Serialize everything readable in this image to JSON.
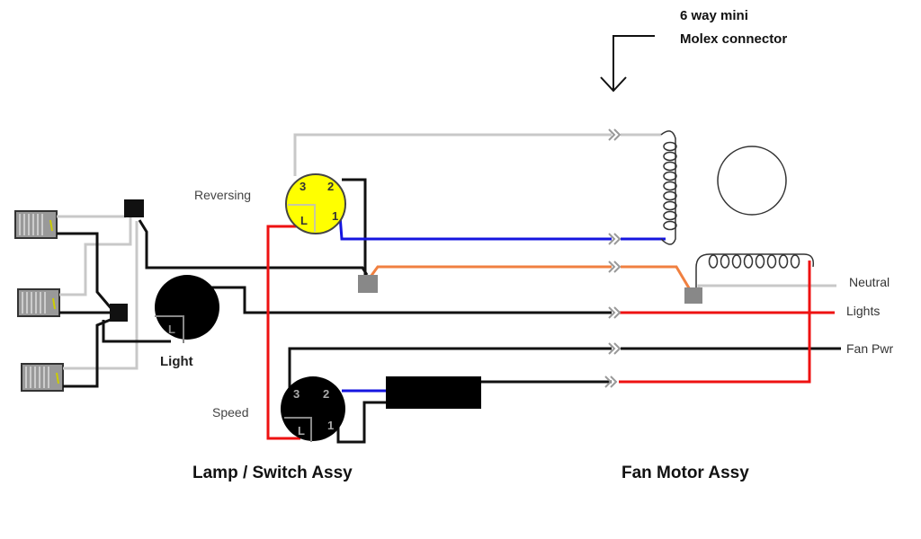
{
  "annotation": {
    "line1": "6 way  mini",
    "line2": "Molex connector"
  },
  "labels": {
    "reversing": "Reversing",
    "speed": "Speed",
    "light": "Light",
    "lamp_switch_assy": "Lamp / Switch Assy",
    "fan_motor_assy": "Fan Motor Assy"
  },
  "reversing_switch": {
    "pins": [
      "3",
      "2",
      "L",
      "1"
    ]
  },
  "speed_switch": {
    "pins": [
      "3",
      "2",
      "L",
      "1"
    ]
  },
  "light_switch": {
    "pin": "L"
  },
  "outputs": {
    "neutral": "Neutral",
    "lights": "Lights",
    "fan_pwr": "Fan Pwr"
  },
  "colors": {
    "hot": "#ee1111",
    "neutral": "#c8c8c8",
    "blue": "#1515e0",
    "orange": "#f08040",
    "black": "#111111",
    "switch_yellow": "#ffff00",
    "connector_gray": "#888888"
  }
}
